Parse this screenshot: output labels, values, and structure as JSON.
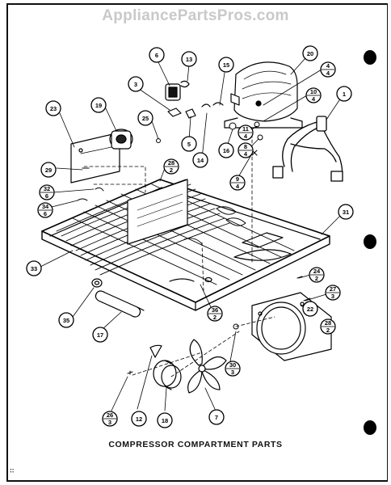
{
  "watermark": "AppliancePartsPros.com",
  "caption": "COMPRESSOR COMPARTMENT PARTS",
  "corner_mark": "∷",
  "callouts": [
    {
      "id": "c6",
      "top": "6"
    },
    {
      "id": "c13",
      "top": "13"
    },
    {
      "id": "c15",
      "top": "15"
    },
    {
      "id": "c20",
      "top": "20"
    },
    {
      "id": "c4a",
      "top": "4",
      "bottom": "4"
    },
    {
      "id": "c10",
      "top": "10",
      "bottom": "4"
    },
    {
      "id": "c1",
      "top": "1"
    },
    {
      "id": "c3",
      "top": "3"
    },
    {
      "id": "c19",
      "top": "19"
    },
    {
      "id": "c23",
      "top": "23"
    },
    {
      "id": "c25",
      "top": "25"
    },
    {
      "id": "c5",
      "top": "5"
    },
    {
      "id": "c14",
      "top": "14"
    },
    {
      "id": "c16",
      "top": "16"
    },
    {
      "id": "c11",
      "top": "11",
      "bottom": "4"
    },
    {
      "id": "c8",
      "top": "8",
      "bottom": "4"
    },
    {
      "id": "c29",
      "top": "29"
    },
    {
      "id": "c28a",
      "top": "28",
      "bottom": "2"
    },
    {
      "id": "c9",
      "top": "9",
      "bottom": "4"
    },
    {
      "id": "c32",
      "top": "32",
      "bottom": "6"
    },
    {
      "id": "c34",
      "top": "34",
      "bottom": "6"
    },
    {
      "id": "c31",
      "top": "31"
    },
    {
      "id": "c33",
      "top": "33"
    },
    {
      "id": "c24",
      "top": "24",
      "bottom": "2"
    },
    {
      "id": "c27",
      "top": "27",
      "bottom": "3"
    },
    {
      "id": "c35",
      "top": "35"
    },
    {
      "id": "c36",
      "top": "36",
      "bottom": "2"
    },
    {
      "id": "c22",
      "top": "22"
    },
    {
      "id": "c17",
      "top": "17"
    },
    {
      "id": "c28b",
      "top": "28",
      "bottom": "2"
    },
    {
      "id": "c30",
      "top": "30",
      "bottom": "3"
    },
    {
      "id": "c26",
      "top": "26",
      "bottom": "3"
    },
    {
      "id": "c12",
      "top": "12"
    },
    {
      "id": "c18",
      "top": "18"
    },
    {
      "id": "c7",
      "top": "7"
    }
  ]
}
